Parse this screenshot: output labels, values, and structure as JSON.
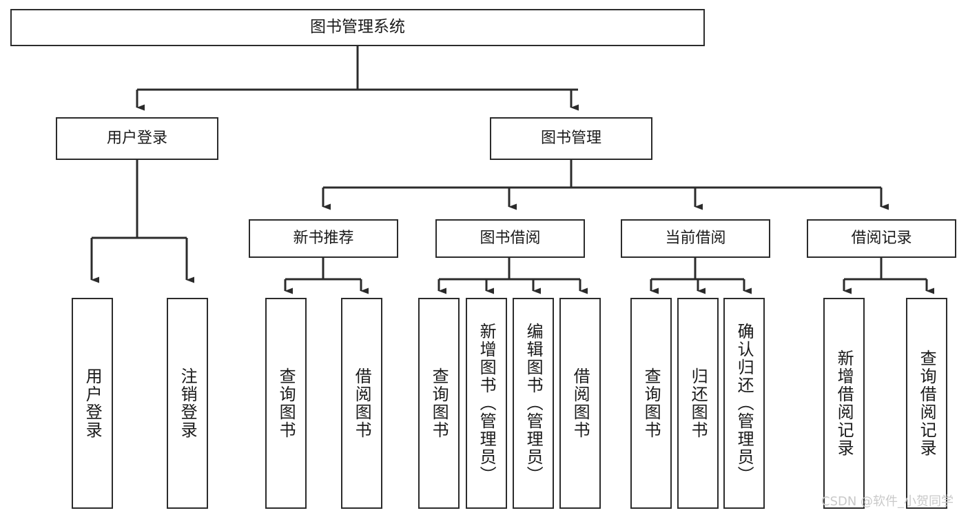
{
  "diagram": {
    "title": "图书管理系统",
    "watermark": "CSDN @软件_小贺同学",
    "line_color": "#2b2b2b",
    "box_fill": "#ffffff",
    "text_color": "#1a1a1a",
    "watermark_color": "#c9c9c9"
  },
  "levels": {
    "root": {
      "label": "图书管理系统"
    },
    "level2": [
      {
        "label": "用户登录"
      },
      {
        "label": "图书管理"
      }
    ],
    "level3": [
      {
        "label": "新书推荐"
      },
      {
        "label": "图书借阅"
      },
      {
        "label": "当前借阅"
      },
      {
        "label": "借阅记录"
      }
    ],
    "leaves_user_login": [
      {
        "label": "用户登录"
      },
      {
        "label": "注销登录"
      }
    ],
    "leaves_new_book": [
      {
        "label": "查询图书"
      },
      {
        "label": "借阅图书"
      }
    ],
    "leaves_borrow": [
      {
        "label": "查询图书"
      },
      {
        "label": "新增图书（管理员）"
      },
      {
        "label": "编辑图书（管理员）"
      },
      {
        "label": "借阅图书"
      }
    ],
    "leaves_current": [
      {
        "label": "查询图书"
      },
      {
        "label": "归还图书"
      },
      {
        "label": "确认归还（管理员）"
      }
    ],
    "leaves_records": [
      {
        "label": "新增借阅记录"
      },
      {
        "label": "查询借阅记录"
      }
    ]
  }
}
